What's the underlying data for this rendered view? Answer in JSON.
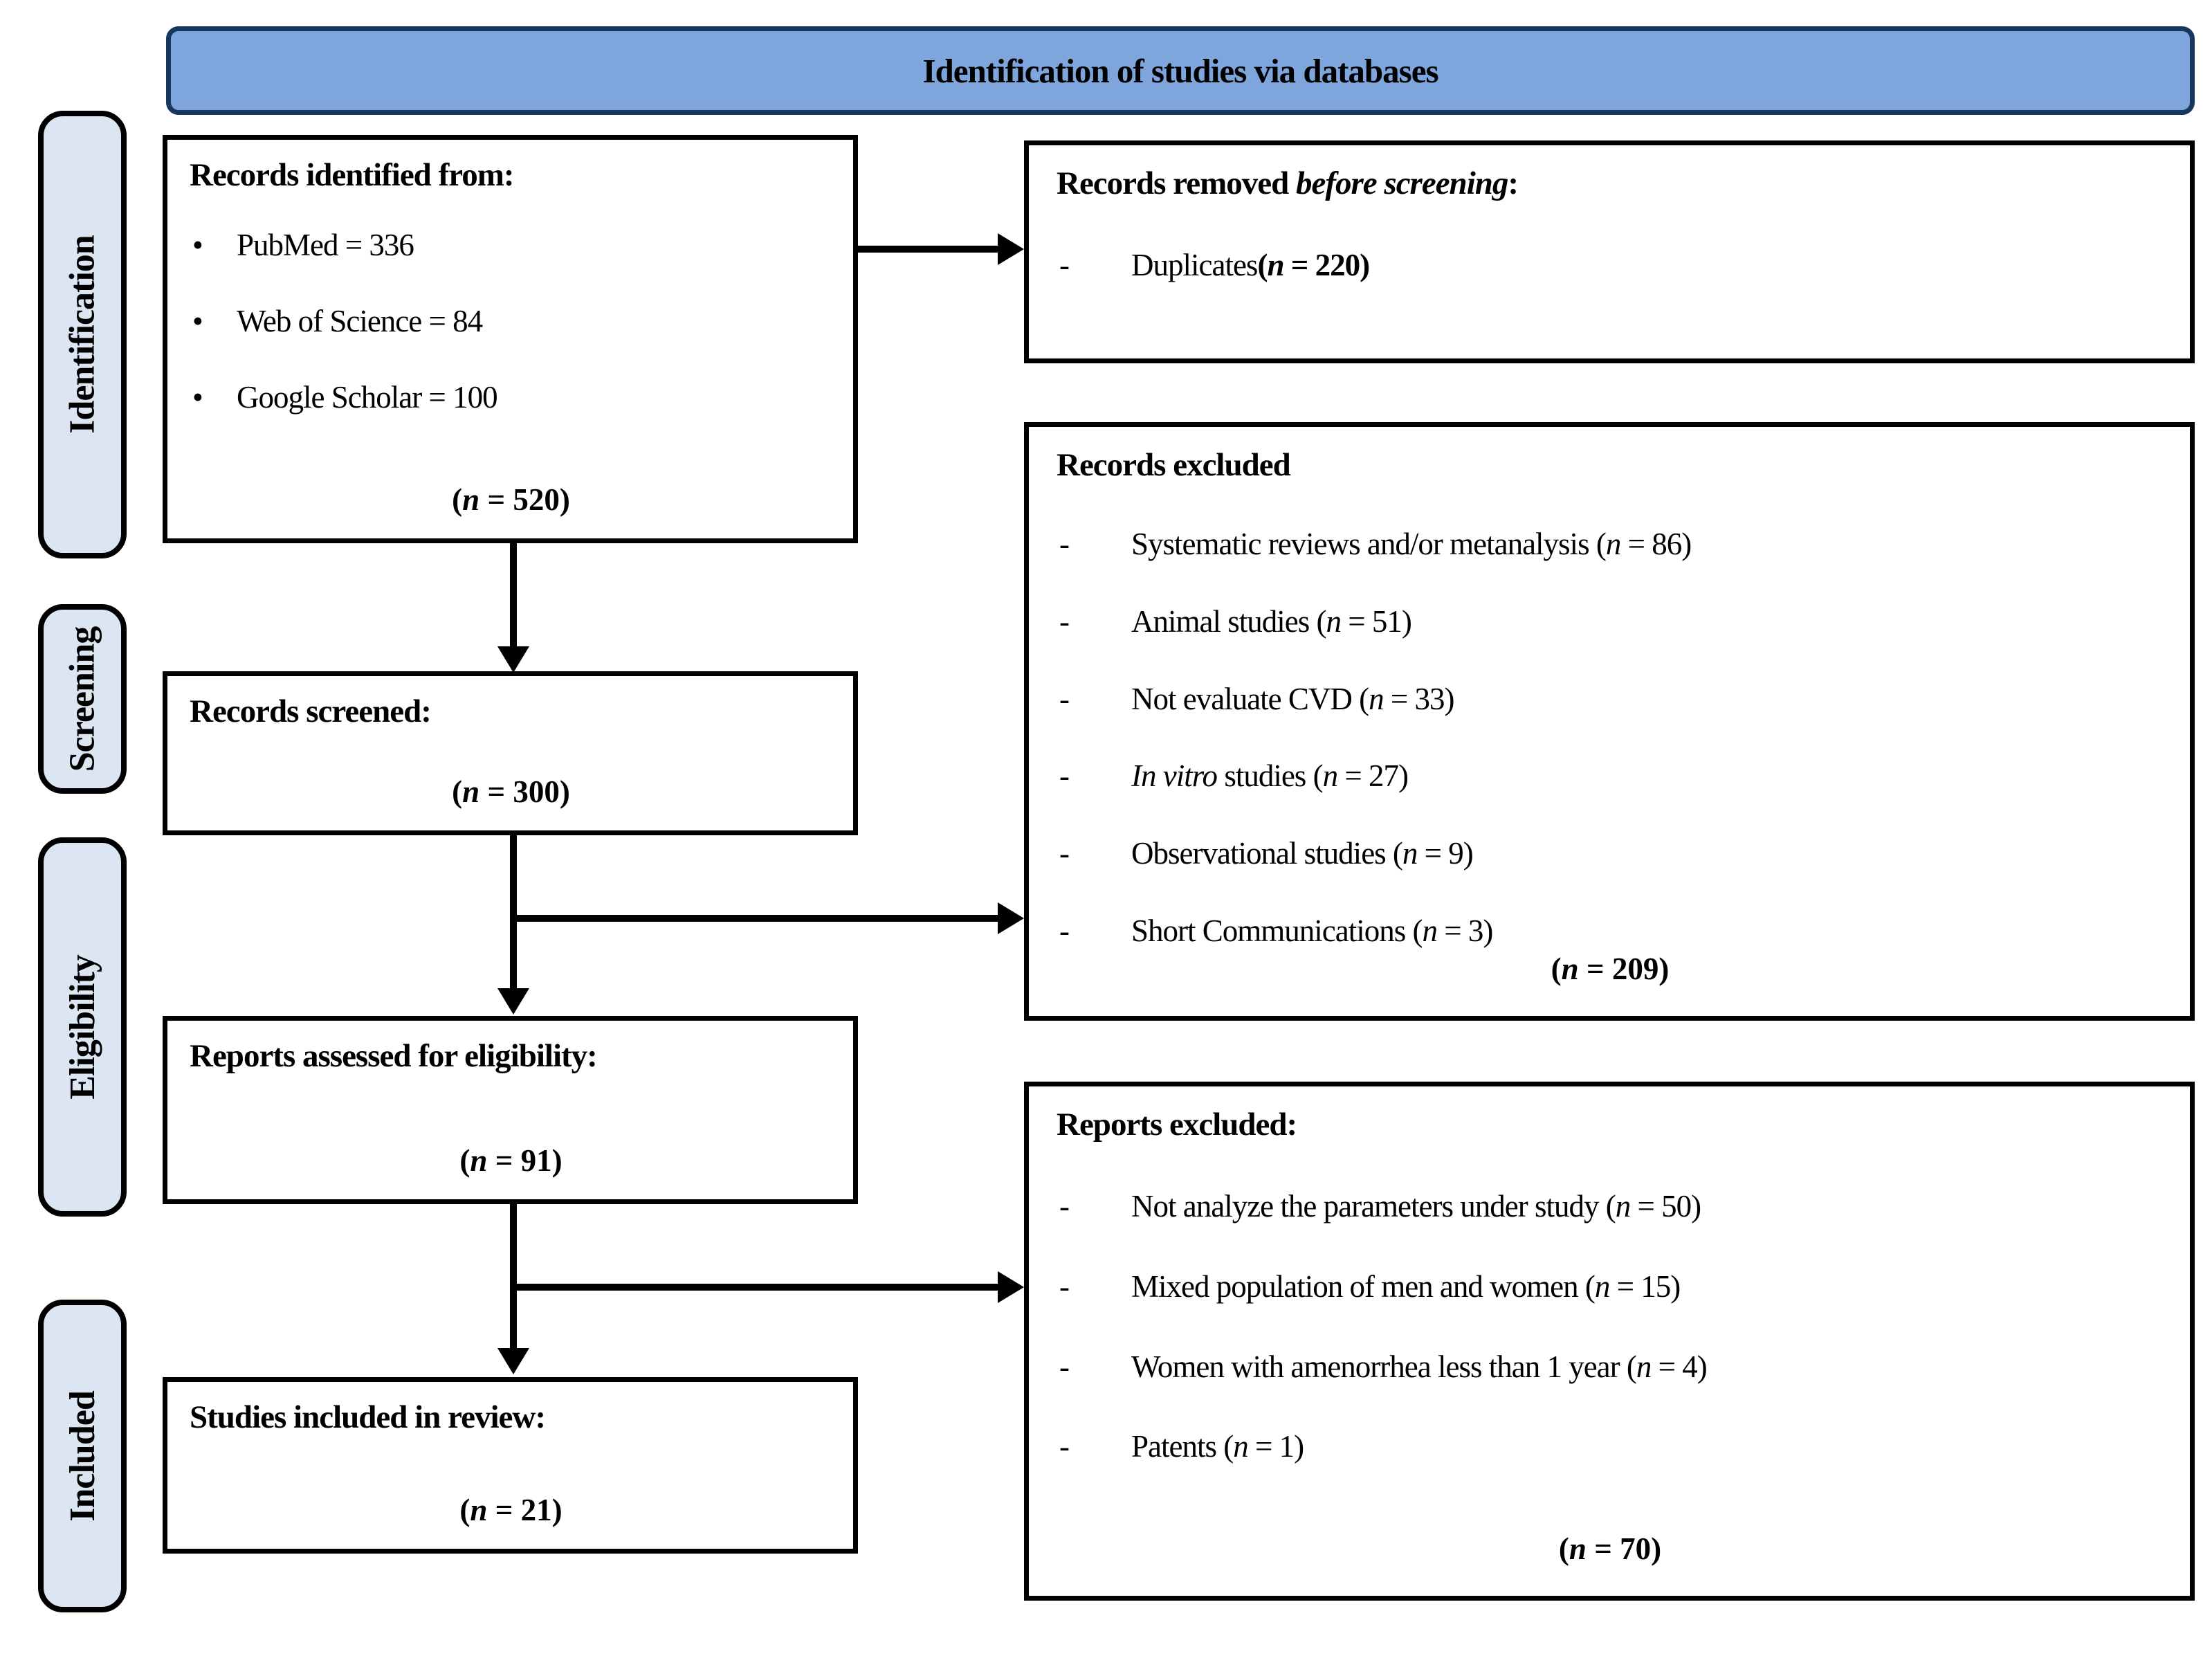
{
  "colors": {
    "header_fill": "#7EA6DC",
    "header_border": "#17375D",
    "sidebar_fill": "#DCE6F2",
    "line": "#000000"
  },
  "glyphs": {
    "bullet_char": "•",
    "dash_char": "-"
  },
  "header": {
    "title": "Identification of studies via databases"
  },
  "sidebar": {
    "labels": [
      {
        "label": "Identification"
      },
      {
        "label": "Screening"
      },
      {
        "label": "Eligibility"
      },
      {
        "label": "Included"
      }
    ]
  },
  "left": {
    "identified": {
      "title": "Records identified from:",
      "bullets": [
        "PubMed = 336",
        "Web of Science = 84",
        "Google Scholar = 100"
      ],
      "count": "(n = 520)"
    },
    "screened": {
      "title": "Records screened:",
      "count": "(n = 300)"
    },
    "assessed": {
      "title": "Reports assessed for eligibility:",
      "count": "(n = 91)"
    },
    "included": {
      "title": "Studies included in review:",
      "count": "(n = 21)"
    }
  },
  "right": {
    "removed": {
      "title_regular": "Records removed ",
      "title_italic": "before screening",
      "title_suffix": ":",
      "items": [
        {
          "text": "Duplicates ",
          "count": "(n = 220)"
        }
      ]
    },
    "records_excluded": {
      "title": "Records excluded",
      "items": [
        {
          "italic": "",
          "text": "Systematic reviews and/or metanalysis (n = 86)"
        },
        {
          "italic": "",
          "text": "Animal studies (n = 51)"
        },
        {
          "italic": "",
          "text": "Not evaluate CVD (n = 33)"
        },
        {
          "italic": "In vitro",
          "text": " studies (n = 27)"
        },
        {
          "italic": "",
          "text": "Observational studies (n = 9)"
        },
        {
          "italic": "",
          "text": "Short Communications (n = 3)"
        }
      ],
      "total": "(n = 209)"
    },
    "reports_excluded": {
      "title": "Reports excluded:",
      "items": [
        {
          "italic": "",
          "text": "Not analyze the parameters under study (n = 50)"
        },
        {
          "italic": "",
          "text": "Mixed population of men and women (n = 15)"
        },
        {
          "italic": "",
          "text": "Women with amenorrhea less than 1 year (n = 4)"
        },
        {
          "italic": "",
          "text": "Patents (n = 1)"
        }
      ],
      "total": "(n = 70)"
    }
  }
}
